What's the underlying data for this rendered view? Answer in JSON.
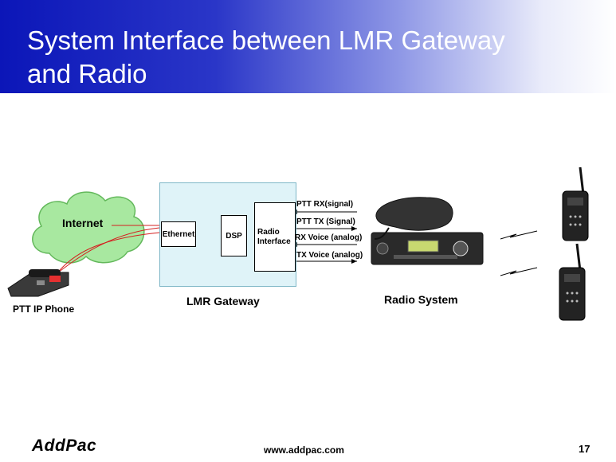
{
  "slide": {
    "title_line1": "System Interface between LMR Gateway",
    "title_line2": "and Radio",
    "page_number": "17"
  },
  "diagram": {
    "internet_label": "Internet",
    "phone_label": "PTT IP Phone",
    "gateway_label": "LMR  Gateway",
    "ethernet_label": "Ethernet",
    "dsp_label": "DSP",
    "radio_interface_label_1": "Radio",
    "radio_interface_label_2": "Interface",
    "signals": {
      "ptt_rx": "PTT RX(signal)",
      "ptt_tx": "PTT TX (Signal)",
      "rx_voice": "RX Voice (analog)",
      "tx_voice": "TX Voice (analog)"
    },
    "radio_system_label": "Radio System"
  },
  "footer": {
    "logo": "AddPac",
    "url": "www.addpac.com"
  },
  "colors": {
    "header_blue": "#0b16b8",
    "gateway_fill": "#dff3f8",
    "cloud_green": "#a8e8a0",
    "link_red": "#d42020"
  }
}
